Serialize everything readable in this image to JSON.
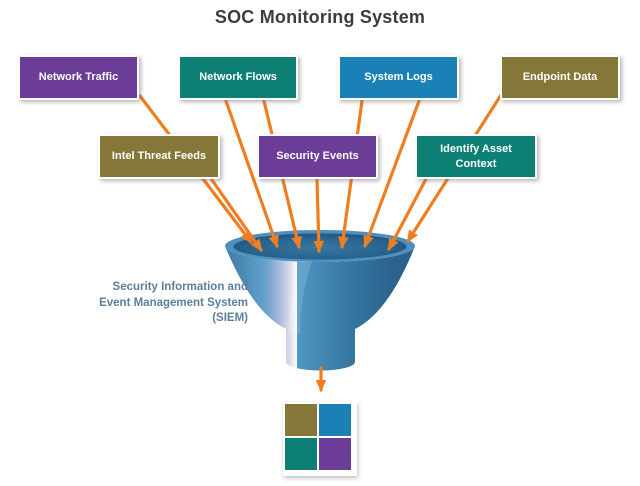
{
  "title": "SOC Monitoring System",
  "boxes": [
    {
      "label": "Network Traffic",
      "color": "#6b3d97"
    },
    {
      "label": "Network Flows",
      "color": "#0e7f74"
    },
    {
      "label": "System Logs",
      "color": "#1b80b5"
    },
    {
      "label": "Endpoint Data",
      "color": "#857738"
    },
    {
      "label": "Intel Threat Feeds",
      "color": "#857738"
    },
    {
      "label": "Security Events",
      "color": "#6b3d97"
    },
    {
      "label": "Identify Asset Context",
      "color": "#0e7f74"
    }
  ],
  "funnel": {
    "label_lines": [
      "Security Information and",
      "Event Management System",
      "(SIEM)"
    ]
  },
  "output_grid": {
    "cells": [
      {
        "position": "top-left",
        "color": "#857738"
      },
      {
        "position": "top-right",
        "color": "#1b80b5"
      },
      {
        "position": "bottom-left",
        "color": "#0e7f74"
      },
      {
        "position": "bottom-right",
        "color": "#6b3d97"
      }
    ]
  },
  "palette": {
    "arrow_orange": "#ef7d22",
    "funnel_blue_light": "#5fa0ca",
    "funnel_blue_dark": "#2a5d84",
    "funnel_mouth_dark": "#1c4a70",
    "title_text": "#3d3d3d",
    "siem_label_text": "#5d7f9d",
    "box_text": "#ffffff",
    "background": "#ffffff"
  }
}
